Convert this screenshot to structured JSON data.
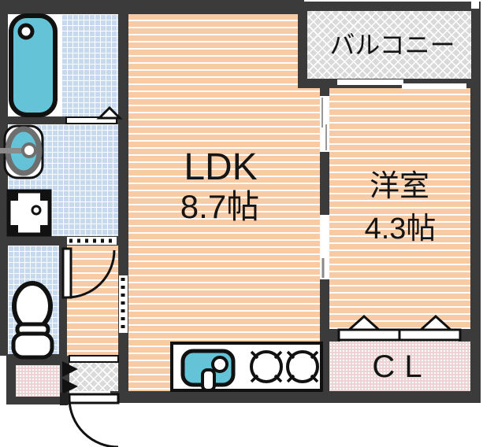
{
  "rooms": {
    "balcony": {
      "label": "バルコニー"
    },
    "ldk": {
      "label": "LDK",
      "area": "8.7帖"
    },
    "western_room": {
      "label": "洋室",
      "area": "4.3帖"
    },
    "closet": {
      "label": "CL"
    }
  },
  "fixtures": [
    "bathtub-icon",
    "washbasin-icon",
    "washing-machine-pan-icon",
    "toilet-icon",
    "kitchen-sink-icon",
    "two-burner-stove-icon",
    "hinged-door-icon",
    "entrance-door-icon",
    "sliding-door-icon",
    "bifold-closet-door-icon"
  ],
  "colors": {
    "wall": "#3B3B3B",
    "wood_floor": "#F9CBA4",
    "tile_floor": "#C7D9EE",
    "fixture_accent": "#64C3D6",
    "balcony_hatch": "#DADADA",
    "closet_fill": "#ECD4D2"
  }
}
